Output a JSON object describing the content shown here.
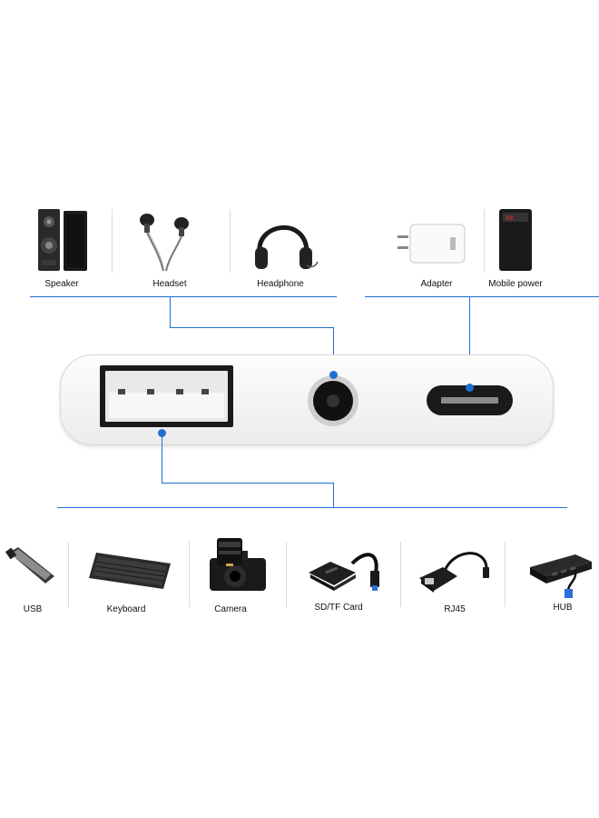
{
  "colors": {
    "connector": "#1f6fd1",
    "separator": "#d9d9d9",
    "adapter_body": "#f2f2f2"
  },
  "top_group_left": {
    "items": [
      {
        "label": "Speaker",
        "icon": "speaker-icon"
      },
      {
        "label": "Headset",
        "icon": "earphones-icon"
      },
      {
        "label": "Headphone",
        "icon": "headphones-icon"
      }
    ]
  },
  "top_group_right": {
    "items": [
      {
        "label": "Adapter",
        "icon": "power-adapter-icon"
      },
      {
        "label": "Mobile power",
        "icon": "power-bank-icon"
      }
    ]
  },
  "bottom_group": {
    "items": [
      {
        "label": "USB",
        "icon": "usb-drive-icon"
      },
      {
        "label": "Keyboard",
        "icon": "keyboard-icon"
      },
      {
        "label": "Camera",
        "icon": "camera-icon"
      },
      {
        "label": "SD/TF Card",
        "icon": "card-reader-icon"
      },
      {
        "label": "RJ45",
        "icon": "ethernet-adapter-icon"
      },
      {
        "label": "HUB",
        "icon": "usb-hub-icon"
      }
    ]
  },
  "adapter": {
    "ports": [
      "usb-a-port",
      "audio-jack-port",
      "usb-c-port"
    ]
  }
}
